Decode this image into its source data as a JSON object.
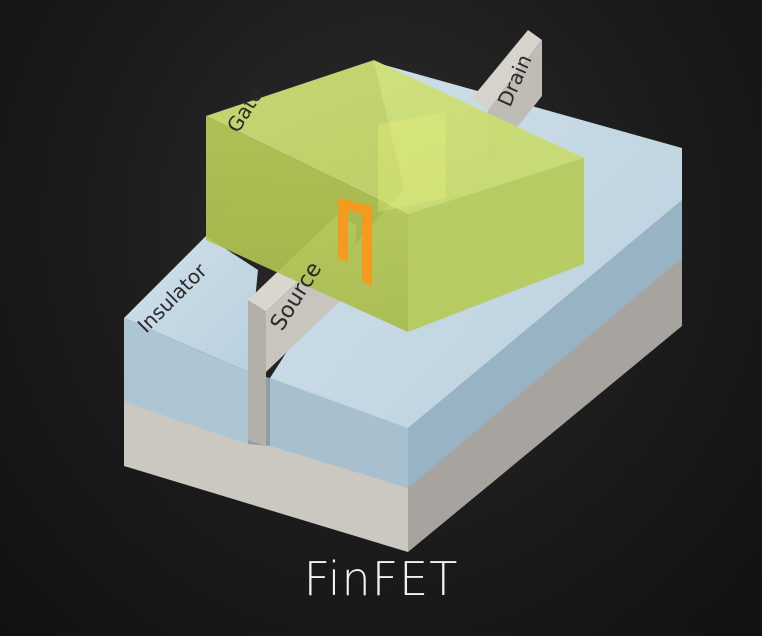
{
  "diagram": {
    "caption": "FinFET",
    "labels": {
      "gate": "Gate",
      "drain": "Drain",
      "source": "Source",
      "insulator": "Insulator"
    },
    "colors": {
      "background": "#1b1b1b",
      "substrate": "#c9c6c0",
      "insulator": "#bcd3df",
      "gate": "#c7da6a",
      "fin": "#cfccc6",
      "channel": "#f39a1f"
    }
  }
}
